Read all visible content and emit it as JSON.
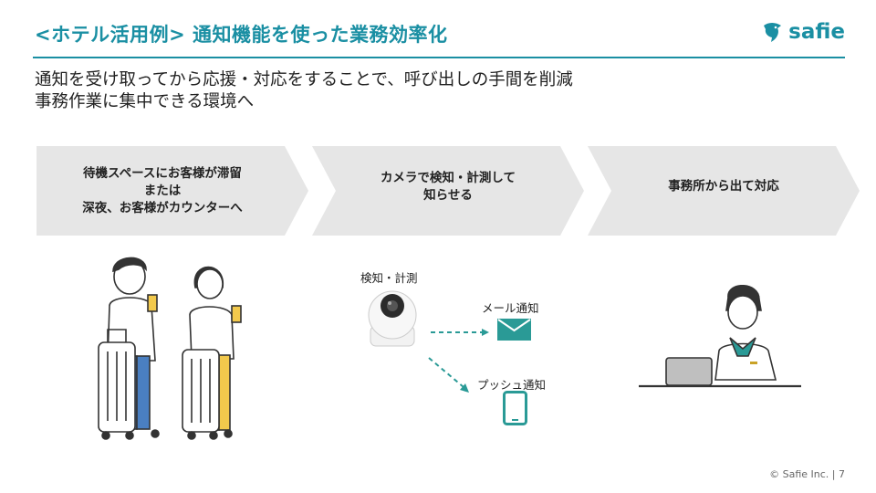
{
  "header": {
    "title": "<ホテル活用例> 通知機能を使った業務効率化",
    "logo_text": "safie"
  },
  "lead": {
    "line1": "通知を受け取ってから応援・対応をすることで、呼び出しの手間を削減",
    "line2": "事務作業に集中できる環境へ"
  },
  "steps": [
    {
      "label": "待機スペースにお客様が滞留\nまたは\n深夜、お客様がカウンターへ"
    },
    {
      "label": "カメラで検知・計測して\n知らせる"
    },
    {
      "label": "事務所から出て対応"
    }
  ],
  "illustration": {
    "camera_caption": "検知・計測",
    "mail_caption": "メール通知",
    "push_caption": "プッシュ通知"
  },
  "footer": {
    "copyright": "© Safie Inc.",
    "page_number": "7"
  },
  "colors": {
    "accent": "#1a8fa3",
    "step_bg": "#e6e6e6",
    "icon_teal": "#2a9a96"
  }
}
